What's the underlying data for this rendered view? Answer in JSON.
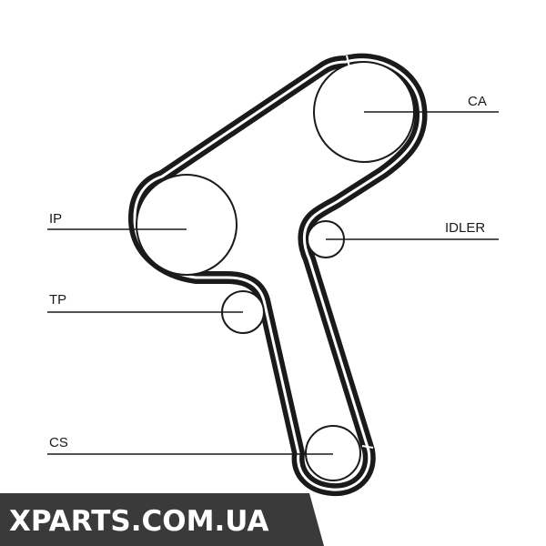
{
  "diagram": {
    "labels": {
      "ca": "CA",
      "ip": "IP",
      "idler": "IDLER",
      "tp": "TP",
      "cs": "CS"
    },
    "colors": {
      "belt": "#1a1a1a",
      "pulley": "#1a1a1a",
      "leader": "#1a1a1a",
      "background": "#ffffff"
    }
  },
  "watermark": {
    "text": "XPARTS.COM.UA",
    "background": "#3a3a3a",
    "color": "#ffffff"
  }
}
